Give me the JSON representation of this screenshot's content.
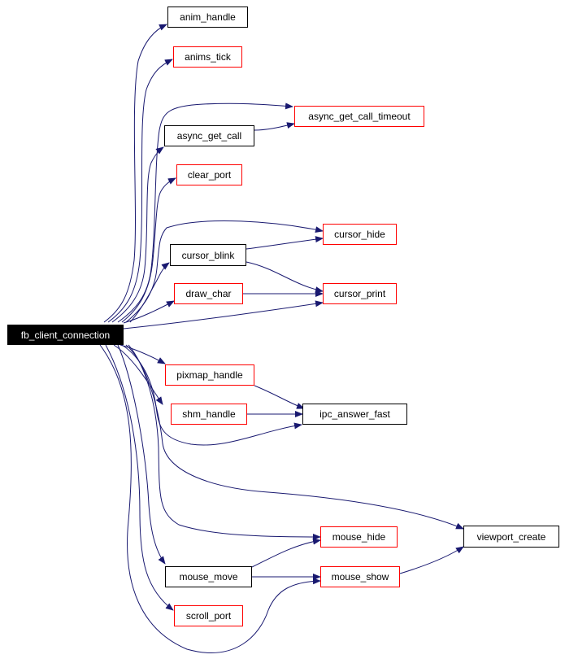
{
  "colors": {
    "edge": "#191970",
    "documented_border": "#000000",
    "undocumented_border": "#ff0000",
    "root_fill": "#000000",
    "root_text": "#ffffff"
  },
  "nodes": {
    "fb_client_connection": "fb_client_connection",
    "anim_handle": "anim_handle",
    "anims_tick": "anims_tick",
    "async_get_call": "async_get_call",
    "async_get_call_timeout": "async_get_call_timeout",
    "clear_port": "clear_port",
    "cursor_blink": "cursor_blink",
    "cursor_hide": "cursor_hide",
    "draw_char": "draw_char",
    "cursor_print": "cursor_print",
    "pixmap_handle": "pixmap_handle",
    "shm_handle": "shm_handle",
    "ipc_answer_fast": "ipc_answer_fast",
    "viewport_create": "viewport_create",
    "mouse_hide": "mouse_hide",
    "mouse_move": "mouse_move",
    "mouse_show": "mouse_show",
    "scroll_port": "scroll_port"
  },
  "edges": [
    [
      "fb_client_connection",
      "anim_handle"
    ],
    [
      "fb_client_connection",
      "anims_tick"
    ],
    [
      "fb_client_connection",
      "async_get_call"
    ],
    [
      "fb_client_connection",
      "async_get_call_timeout"
    ],
    [
      "fb_client_connection",
      "clear_port"
    ],
    [
      "fb_client_connection",
      "cursor_blink"
    ],
    [
      "fb_client_connection",
      "cursor_hide"
    ],
    [
      "fb_client_connection",
      "draw_char"
    ],
    [
      "fb_client_connection",
      "cursor_print"
    ],
    [
      "fb_client_connection",
      "pixmap_handle"
    ],
    [
      "fb_client_connection",
      "shm_handle"
    ],
    [
      "fb_client_connection",
      "ipc_answer_fast"
    ],
    [
      "fb_client_connection",
      "viewport_create"
    ],
    [
      "fb_client_connection",
      "mouse_hide"
    ],
    [
      "fb_client_connection",
      "mouse_move"
    ],
    [
      "fb_client_connection",
      "mouse_show"
    ],
    [
      "fb_client_connection",
      "scroll_port"
    ],
    [
      "async_get_call",
      "async_get_call_timeout"
    ],
    [
      "cursor_blink",
      "cursor_hide"
    ],
    [
      "cursor_blink",
      "cursor_print"
    ],
    [
      "draw_char",
      "cursor_print"
    ],
    [
      "pixmap_handle",
      "ipc_answer_fast"
    ],
    [
      "shm_handle",
      "ipc_answer_fast"
    ],
    [
      "mouse_move",
      "mouse_hide"
    ],
    [
      "mouse_move",
      "mouse_show"
    ],
    [
      "mouse_show",
      "viewport_create"
    ]
  ]
}
